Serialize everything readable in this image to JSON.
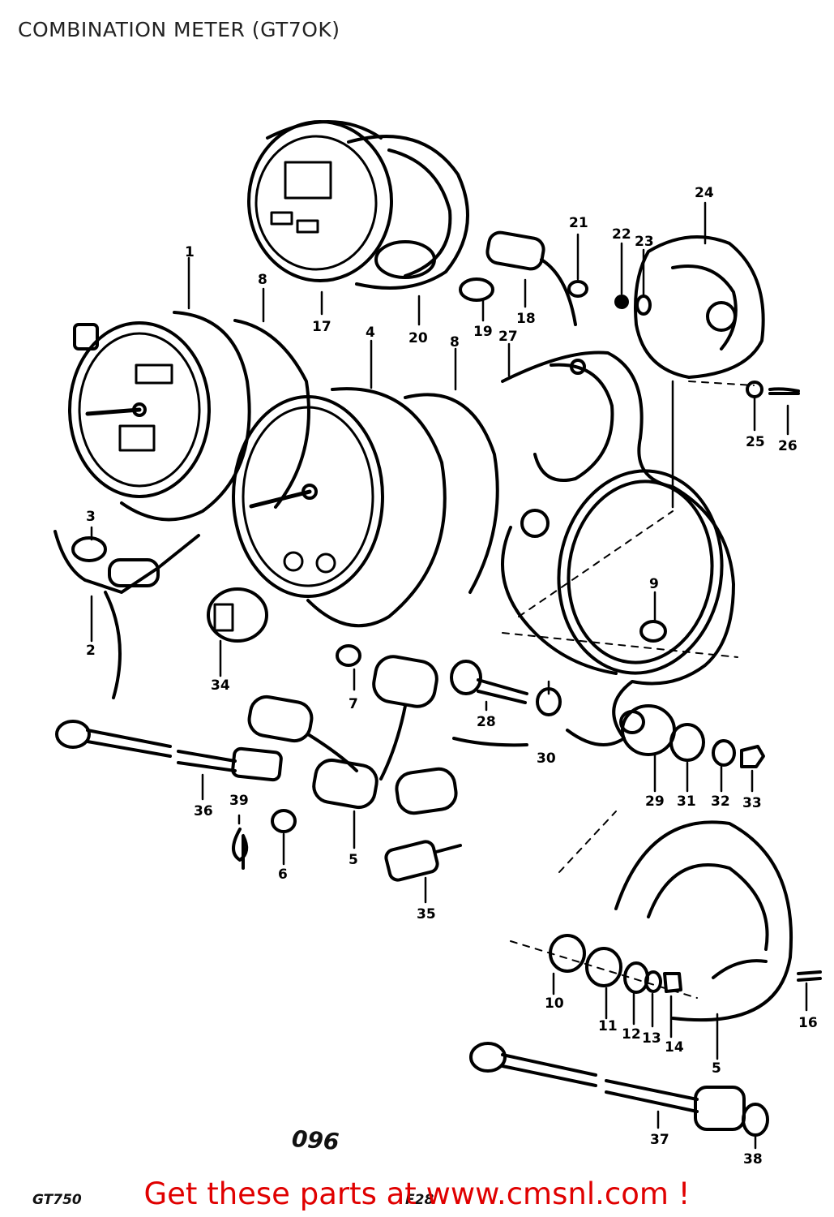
{
  "title": "COMBINATION METER (GT7OK)",
  "page_number": "096",
  "model_code": "GT750",
  "page_ref": "F28",
  "footer_text": "Get these parts at www.cmsnl.com !",
  "colors": {
    "ink": "#000000",
    "footer": "#e00000",
    "background": "#ffffff"
  },
  "callouts": [
    "1",
    "2",
    "3",
    "4",
    "5",
    "5",
    "5",
    "6",
    "7",
    "8",
    "8",
    "9",
    "10",
    "11",
    "12",
    "13",
    "14",
    "16",
    "17",
    "18",
    "19",
    "20",
    "21",
    "22",
    "23",
    "24",
    "25",
    "26",
    "27",
    "28",
    "29",
    "30",
    "31",
    "32",
    "33",
    "34",
    "35",
    "36",
    "37",
    "38",
    "39"
  ]
}
